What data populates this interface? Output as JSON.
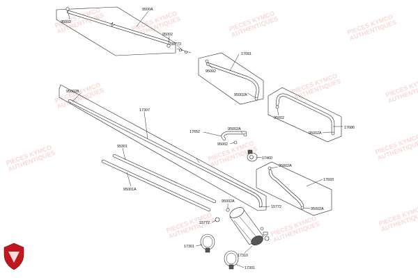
{
  "labels": {
    "l1": "95002",
    "l2": "9500A",
    "l3": "95002",
    "l4": "38773",
    "l5": "17091",
    "l6": "95002",
    "l7": "95002A",
    "l8": "95002B",
    "l9": "17307",
    "l10": "95002",
    "l11": "95002A",
    "l12": "17686",
    "l13": "17652",
    "l14": "95002A",
    "l15": "95002",
    "l16": "17460",
    "l17": "95002A",
    "l18": "17693",
    "l19": "95002A",
    "l20": "95301",
    "l21": "95001A",
    "l22": "95002A",
    "l23": "15772",
    "l24": "15772",
    "l25": "17301",
    "l26": "17310",
    "l27": "17301"
  },
  "watermark": {
    "line1": "PIECES KYMCO",
    "line2": "AUTHENTIQUES"
  },
  "colors": {
    "watermark": "#f2b8b8",
    "logo": "#c0171f",
    "line": "#222222"
  },
  "logo": {
    "icon": "kymco-shield-icon"
  }
}
